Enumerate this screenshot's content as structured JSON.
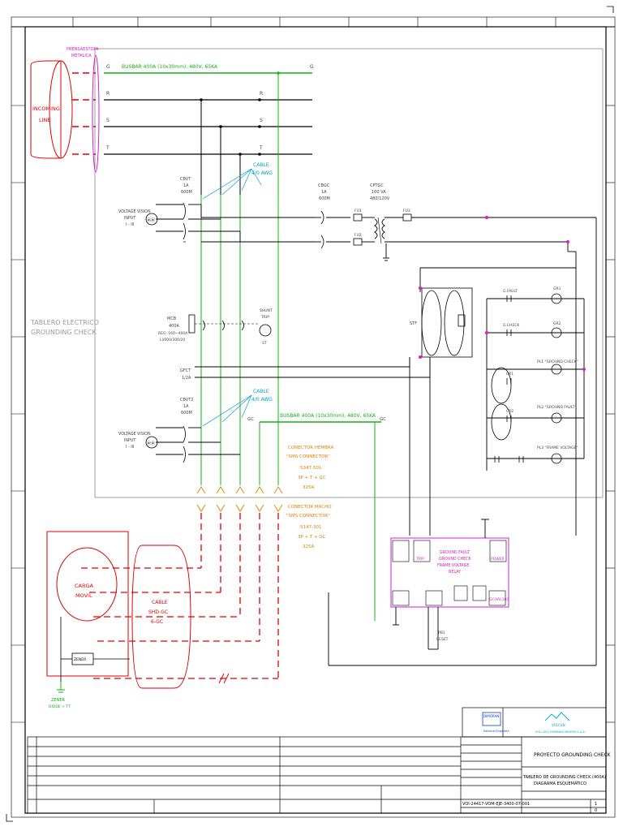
{
  "sheet": {
    "board_title": [
      "TABLERO ELECTRICO",
      "GROUNDING CHECK"
    ],
    "incoming": [
      "INCOMING",
      "LINE"
    ],
    "prensaestopa": [
      "PRENSAESTOPA",
      "METALICA"
    ],
    "busbar_top": "BUSBAR 400A (10x30mm), 480V, 65KA",
    "busbar_gc": "BUSBAR 400A (10x30mm), 480V, 65KA",
    "phases": [
      "G",
      "R",
      "S",
      "T"
    ],
    "gc_label": "GC",
    "cable_upper": [
      "CABLE",
      "4/0 AWG"
    ],
    "cable_lower": [
      "CABLE",
      "4/0 AWG"
    ],
    "cbvt1": [
      "CBVT",
      "1A",
      "600M"
    ],
    "cbvt2": [
      "CBVT2",
      "1A",
      "600M"
    ],
    "cbgc": [
      "CBGC",
      "1A",
      "600M"
    ],
    "cpt": [
      "CPTGC",
      "100 VA",
      "480/120V"
    ],
    "fuses": [
      "FU1",
      "FU2",
      "FU3"
    ],
    "voltage_upper": [
      "VOLTAGE VISION",
      "INPUT",
      "I - III"
    ],
    "voltage_lower": [
      "VOLTAGE VISION",
      "INPUT",
      "I - III"
    ],
    "mcb": [
      "MCB",
      "400A",
      "REG. 160~400A",
      "LI/600/300/20"
    ],
    "shunt": [
      "SHUNT",
      "TRIP",
      "ST"
    ],
    "gfct": [
      "GFCT",
      "1/2A"
    ],
    "connector_hembra": [
      "CONECTOR HEMBRA",
      "\"SMS CONNECTOR\"",
      "5347-501",
      "3P + T + GC",
      "325A"
    ],
    "connector_macho": [
      "CONECTOR MACHO",
      "\"SMS CONNECTOR\"",
      "5147-301",
      "3P + T + GC",
      "325A"
    ],
    "carga": [
      "CARGA",
      "MOVIL"
    ],
    "cable_shd": [
      "CABLE",
      "SHD-GC",
      "6-GC"
    ],
    "zener_box": "ZENER",
    "zener_label": [
      "ZENER",
      "DIODE + TT"
    ],
    "relay": [
      "GROUND FAULT",
      "GROUND CHECK",
      "FRAME VOLTAGE",
      "RELAY"
    ],
    "relay_trip": "TRIP",
    "relay_power": "POWER",
    "relay_model": "GCHAL100",
    "reset": [
      "PB1",
      "RESET"
    ],
    "relays_right": [
      "G.FAULT",
      "G.CHECK",
      "CR1",
      "CR2",
      "GR1",
      "GR2"
    ],
    "pilots": [
      "PL1 \"GROUND CHECK\"",
      "PL2 \"GROUND FAULT\"",
      "PL3 \"FRAME VOLTAGE\""
    ],
    "sf_label": "STF",
    "logo_left": [
      "DIMORAN",
      "Electrical Engineers"
    ],
    "logo_right": [
      "VOLCAN",
      "VOLCAN COMPAÑIA MINERA S.A.A."
    ],
    "project_title": "PROYECTO GROUNDING CHECK",
    "drawing_title": [
      "TABLERO DE GROUNDING CHECK (400A)",
      "DIAGRAMA ESQUEMATICO"
    ],
    "drawing_number": "VOI-24417-VOM-EJE-3400-07-001",
    "sheet_label": "1",
    "rev_label": "0"
  }
}
